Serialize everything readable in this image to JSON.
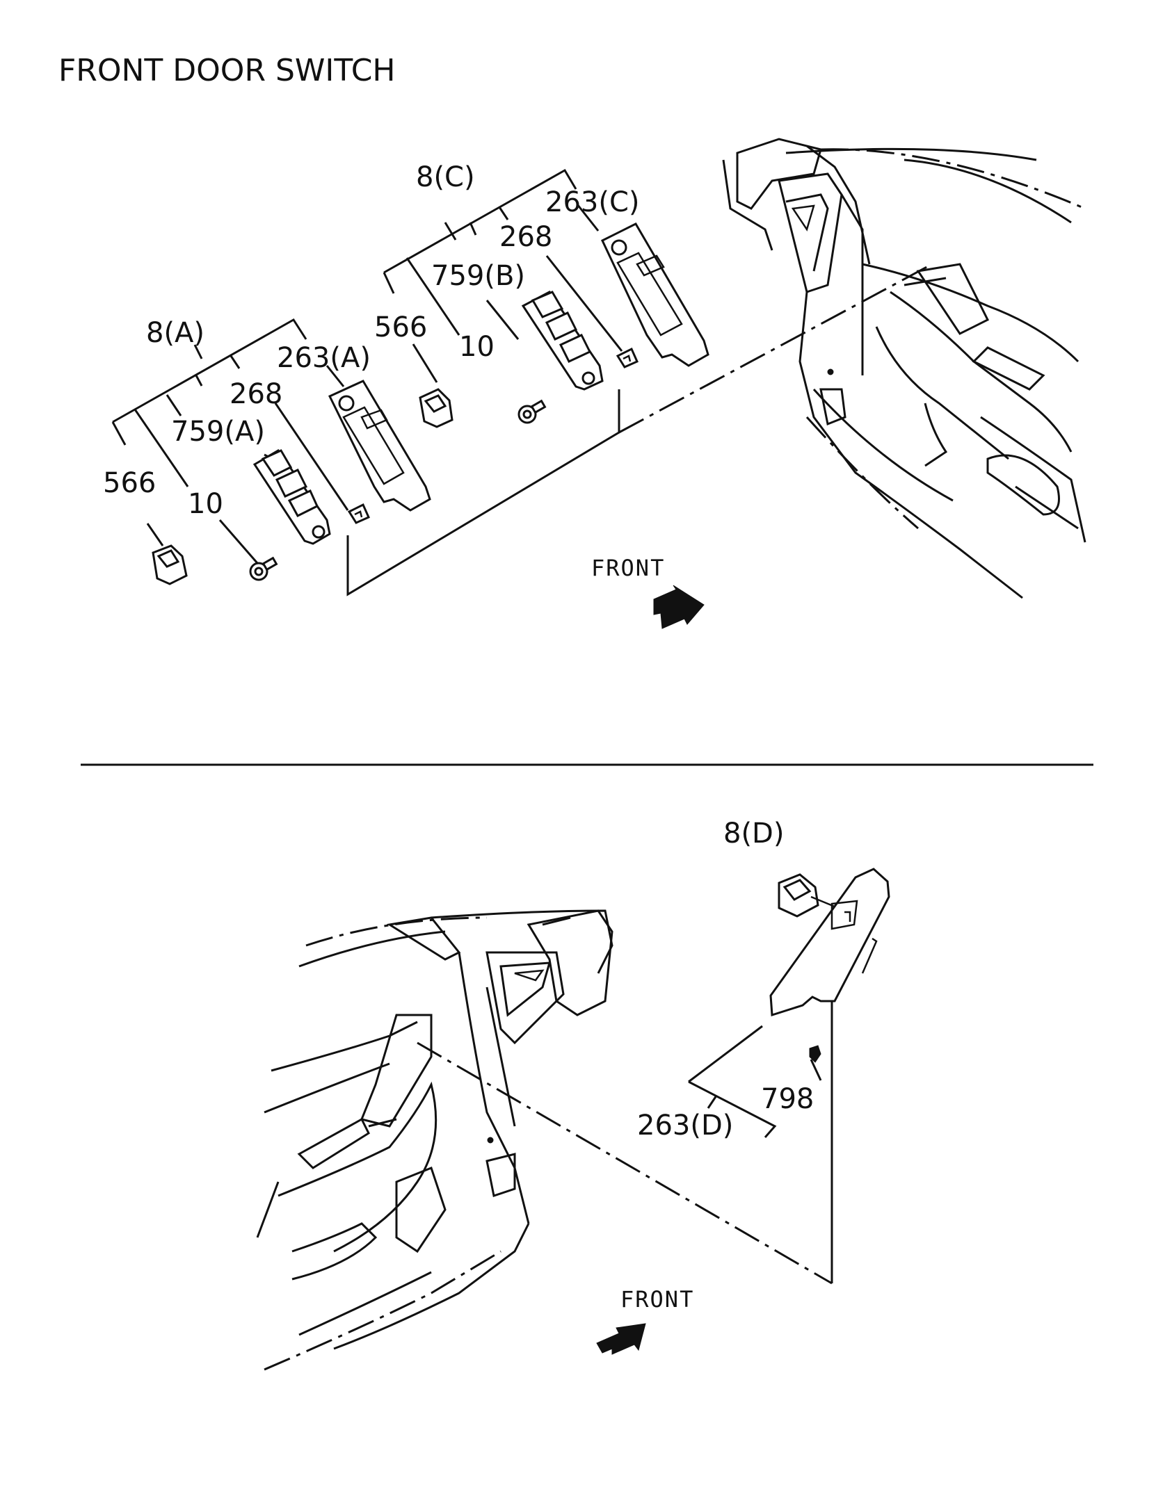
{
  "title": "FRONT DOOR SWITCH",
  "upper_view": {
    "group_a": {
      "assembly": "8(A)",
      "items": [
        "566",
        "10",
        "759(A)",
        "268",
        "263(A)"
      ]
    },
    "group_c": {
      "assembly": "8(C)",
      "items": [
        "566",
        "10",
        "759(B)",
        "268",
        "263(C)"
      ]
    },
    "front_label": "FRONT"
  },
  "lower_view": {
    "assembly": "8(D)",
    "items": [
      "798",
      "263(D)"
    ],
    "front_label": "FRONT"
  }
}
